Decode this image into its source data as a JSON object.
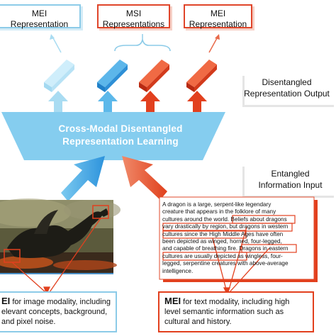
{
  "top_boxes": {
    "left": {
      "line1": "MEI",
      "line2": "Representation"
    },
    "middle": {
      "line1": "MSI",
      "line2": "Representations"
    },
    "right": {
      "line1": "MEI",
      "line2": "Representation"
    }
  },
  "right_labels": {
    "output_line1": "Disentangled",
    "output_line2": "Representation Output",
    "input_line1": "Entangled",
    "input_line2": "Information Input"
  },
  "model": {
    "line1": "Cross-Modal Disentangled",
    "line2": "Representation Learning"
  },
  "text_passage": {
    "l1": "A dragon is a large, serpent-like legendary",
    "l2": "creature that appears in the folklore of many",
    "l3": "cultures around the world.",
    "l3b": "Beliefs about dragons",
    "l4": "vary drastically by region, but dragons in western",
    "l5a": "cultures since the High Middle Ages",
    "l5b": "have often",
    "l6": "been depicted as winged, horned, four-legged,",
    "l7a": "and capable of breathing fire.",
    "l7b": "Dragons in eastern",
    "l8a": "cultures are usually depicted as",
    "l8b": "wingless, four-",
    "l9": "legged, serpentine creatures with above-average",
    "l10": "intelligence."
  },
  "image_mei": {
    "bold": "EI",
    "rest1": " for image modality, including",
    "line2": "elevant concepts, background,",
    "line3": "and pixel noise."
  },
  "text_mei": {
    "bold": "MEI",
    "rest1": " for text modality, including high",
    "line2": "level semantic information such as",
    "line3": "cultural and history."
  },
  "colors": {
    "blue": "#6fc3ea",
    "light_blue": "#bfe6f6",
    "dark_blue": "#2c8fd6",
    "red": "#e2401e",
    "dark_red": "#c9301a",
    "trapezoid": "#85cdef"
  }
}
